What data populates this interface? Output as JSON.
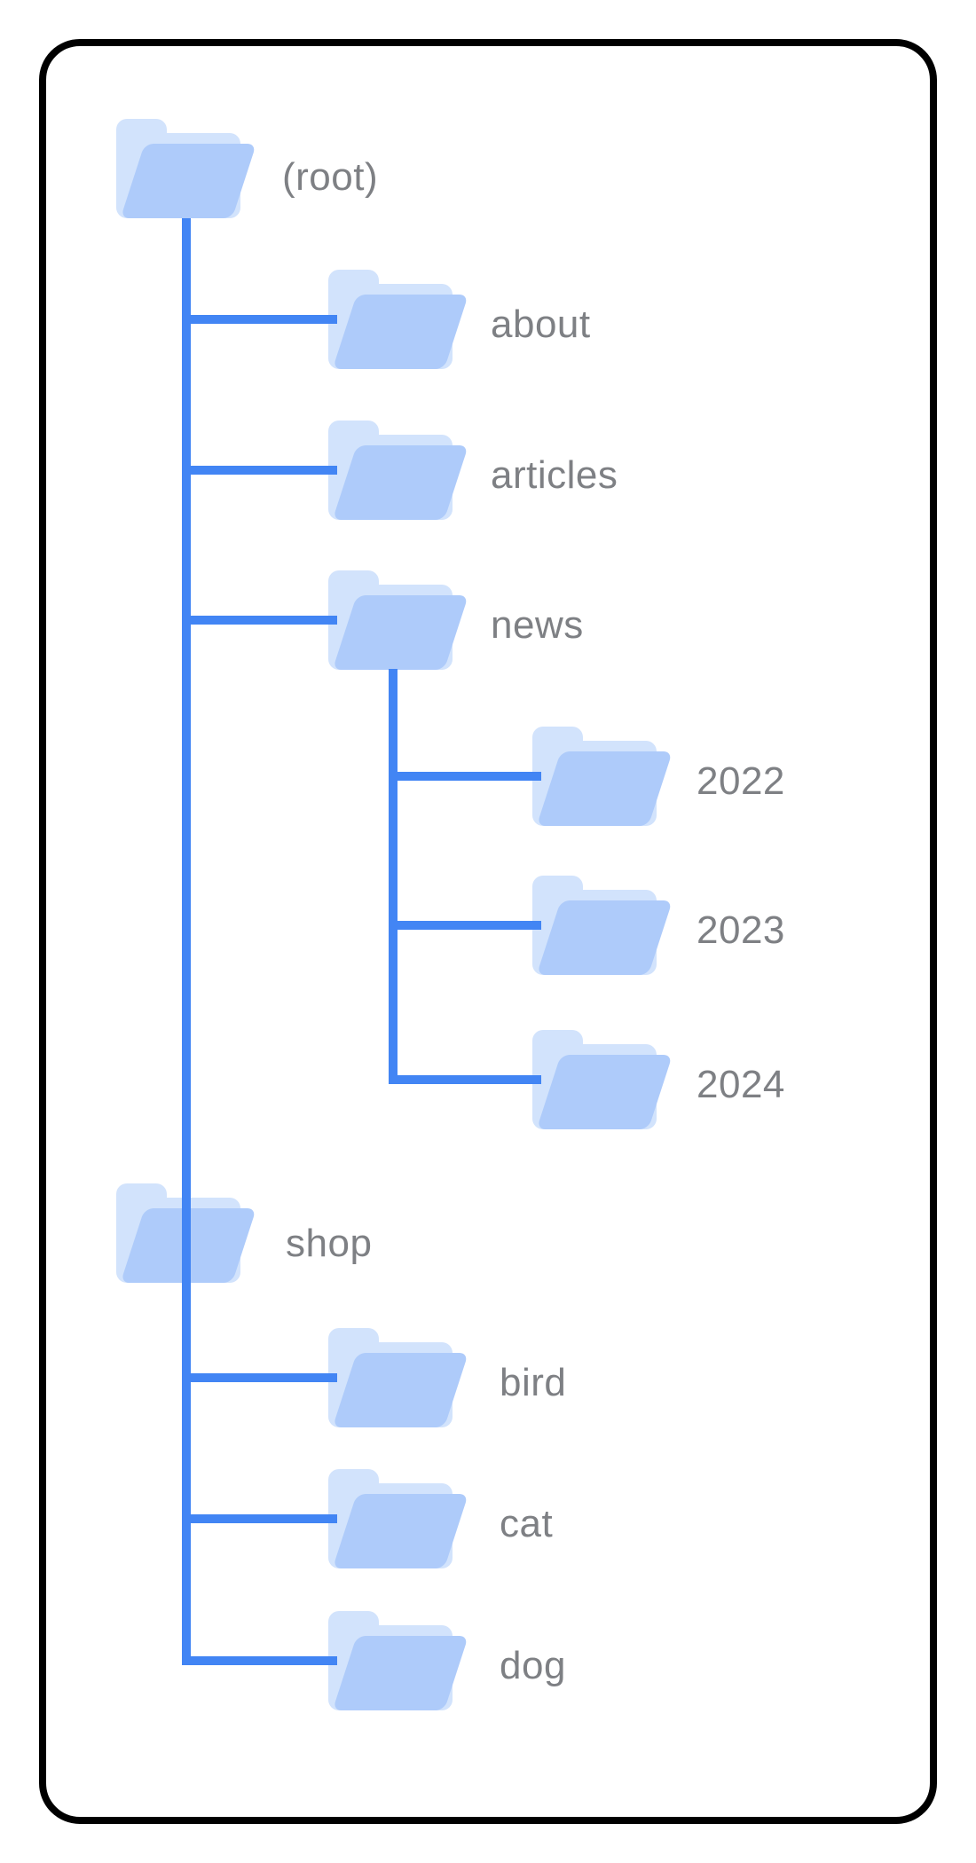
{
  "diagram": {
    "type": "folder-tree",
    "description": "Site directory structure diagram",
    "colors": {
      "connector": "#4285f4",
      "folder_front": "#aecbfa",
      "folder_back": "#d2e3fc",
      "label": "#7e8084",
      "card_border": "#000000",
      "background": "#ffffff"
    },
    "tree": {
      "id": "root",
      "label": "(root)",
      "children": [
        {
          "id": "about",
          "label": "about",
          "children": []
        },
        {
          "id": "articles",
          "label": "articles",
          "children": []
        },
        {
          "id": "news",
          "label": "news",
          "children": [
            {
              "id": "y2022",
              "label": "2022",
              "children": []
            },
            {
              "id": "y2023",
              "label": "2023",
              "children": []
            },
            {
              "id": "y2024",
              "label": "2024",
              "children": []
            }
          ]
        },
        {
          "id": "shop",
          "label": "shop",
          "children": [
            {
              "id": "bird",
              "label": "bird",
              "children": []
            },
            {
              "id": "cat",
              "label": "cat",
              "children": []
            },
            {
              "id": "dog",
              "label": "dog",
              "children": []
            }
          ]
        }
      ]
    }
  }
}
